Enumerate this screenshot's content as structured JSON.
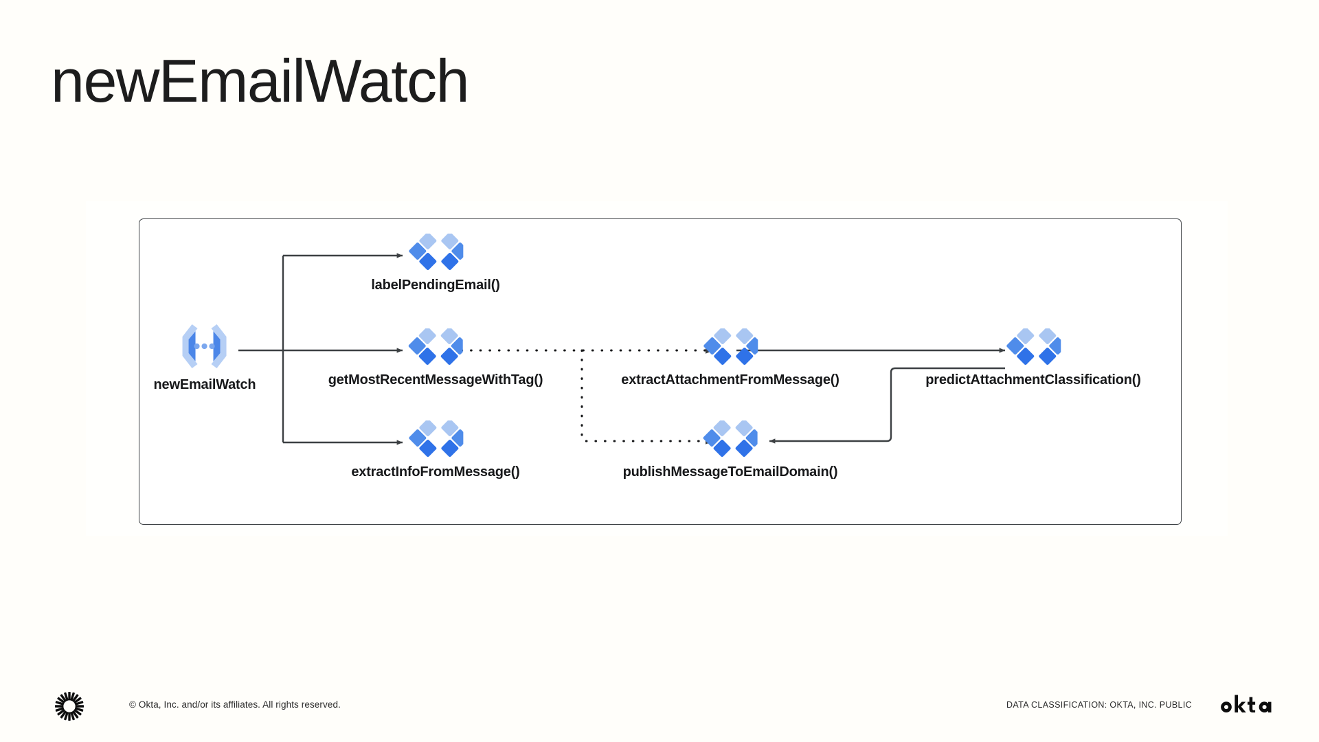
{
  "slide": {
    "title": "newEmailWatch",
    "background_color": "#FFFEFA"
  },
  "diagram": {
    "type": "flow",
    "trigger": {
      "id": "newEmailWatch",
      "label": "newEmailWatch",
      "icon": "trigger-brackets-dots-icon"
    },
    "nodes": [
      {
        "id": "labelPendingEmail",
        "label": "labelPendingEmail()",
        "icon": "function-diamonds-icon"
      },
      {
        "id": "getMostRecentMessageWithTag",
        "label": "getMostRecentMessageWithTag()",
        "icon": "function-diamonds-icon"
      },
      {
        "id": "extractInfoFromMessage",
        "label": "extractInfoFromMessage()",
        "icon": "function-diamonds-icon"
      },
      {
        "id": "extractAttachmentFromMessage",
        "label": "extractAttachmentFromMessage()",
        "icon": "function-diamonds-icon"
      },
      {
        "id": "publishMessageToEmailDomain",
        "label": "publishMessageToEmailDomain()",
        "icon": "function-diamonds-icon"
      },
      {
        "id": "predictAttachmentClassification",
        "label": "predictAttachmentClassification()",
        "icon": "function-diamonds-icon"
      }
    ],
    "edges": [
      {
        "from": "newEmailWatch",
        "to": "labelPendingEmail",
        "style": "solid"
      },
      {
        "from": "newEmailWatch",
        "to": "getMostRecentMessageWithTag",
        "style": "solid"
      },
      {
        "from": "newEmailWatch",
        "to": "extractInfoFromMessage",
        "style": "solid"
      },
      {
        "from": "getMostRecentMessageWithTag",
        "to": "extractAttachmentFromMessage",
        "style": "dotted"
      },
      {
        "from": "getMostRecentMessageWithTag",
        "to": "publishMessageToEmailDomain",
        "style": "dotted"
      },
      {
        "from": "extractAttachmentFromMessage",
        "to": "predictAttachmentClassification",
        "style": "solid"
      },
      {
        "from": "predictAttachmentClassification",
        "to": "publishMessageToEmailDomain",
        "style": "solid"
      }
    ],
    "colors": {
      "line": "#3c4043",
      "diamond_light": "#a9c6f2",
      "diamond_medium": "#4f8cea",
      "diamond_dark": "#2f72e8",
      "border": "#3c4043"
    }
  },
  "footer": {
    "copyright": "© Okta, Inc. and/or its affiliates. All rights reserved.",
    "classification": "DATA CLASSIFICATION: OKTA, INC. PUBLIC",
    "brand": "okta",
    "logo_icon": "okta-sunburst-icon",
    "wordmark_icon": "okta-wordmark-icon"
  }
}
